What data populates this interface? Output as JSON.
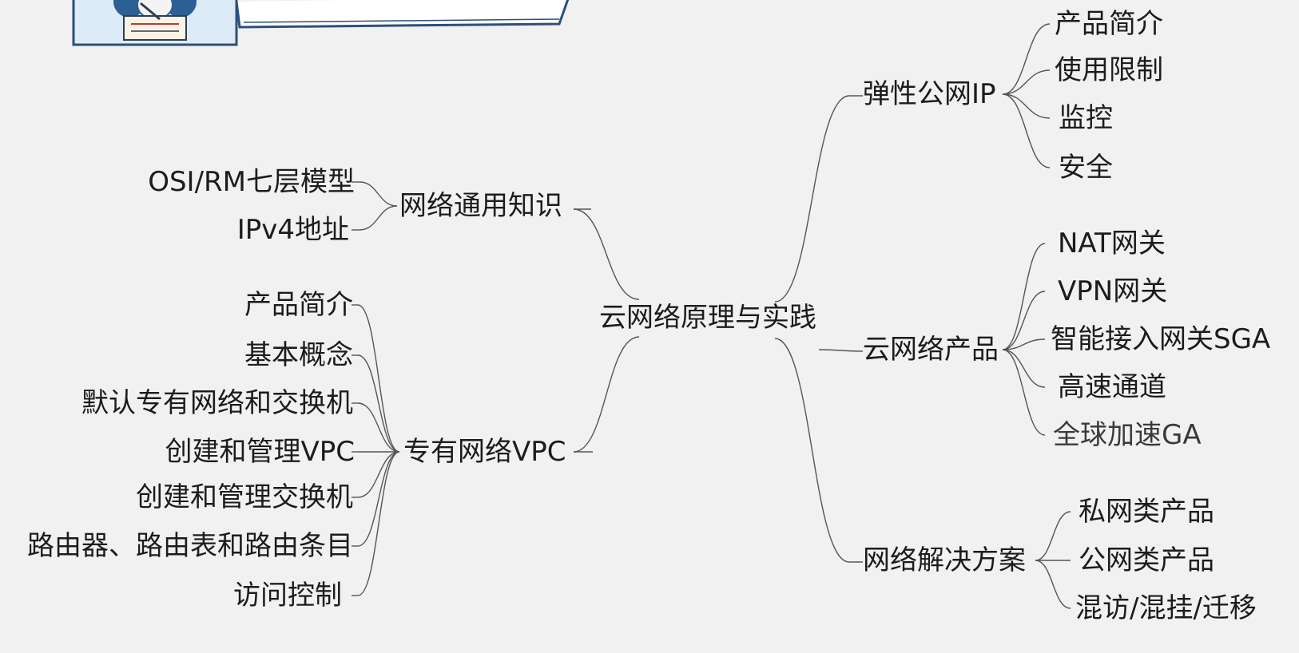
{
  "mindmap": {
    "root": "云网络原理与实践",
    "left_branches": [
      {
        "label": "网络通用知识",
        "children": [
          "OSI/RM七层模型",
          "IPv4地址"
        ]
      },
      {
        "label": "专有网络VPC",
        "children": [
          "产品简介",
          "基本概念",
          "默认专有网络和交换机",
          "创建和管理VPC",
          "创建和管理交换机",
          "路由器、路由表和路由条目",
          "访问控制"
        ]
      }
    ],
    "right_branches": [
      {
        "label": "弹性公网IP",
        "children": [
          "产品简介",
          "使用限制",
          "监控",
          "安全"
        ]
      },
      {
        "label": "云网络产品",
        "children": [
          "NAT网关",
          "VPN网关",
          "智能接入网关SGA",
          "高速通道",
          "全球加速GA"
        ]
      },
      {
        "label": "网络解决方案",
        "children": [
          "私网类产品",
          "公网类产品",
          "混访/混挂/迁移"
        ]
      }
    ]
  },
  "colors": {
    "background": "#f1f1f1",
    "text": "#1c1c1c",
    "line": "#555555",
    "banner_border": "#2c4f7c",
    "banner_fill": "#dcebf7",
    "mascot": "#2c5f94"
  }
}
